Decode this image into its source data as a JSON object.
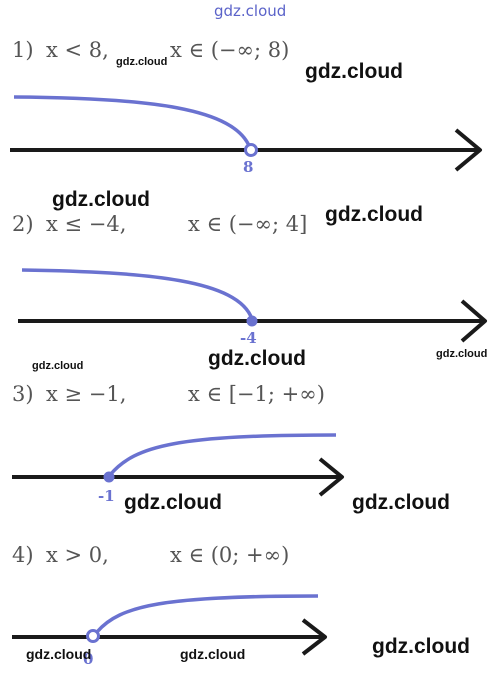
{
  "top_watermark": "gdz.cloud",
  "items": [
    {
      "num": "1)",
      "inequality": "x < 8,",
      "solution": "x ∈ (−∞; 8)",
      "point_label": "8",
      "point_type": "open",
      "ray_direction": "left"
    },
    {
      "num": "2)",
      "inequality": "x ≤ −4,",
      "solution": "x ∈ (−∞; 4]",
      "point_label": "-4",
      "point_type": "closed",
      "ray_direction": "left"
    },
    {
      "num": "3)",
      "inequality": "x ≥ −1,",
      "solution": "x ∈ [−1; +∞)",
      "point_label": "-1",
      "point_type": "closed",
      "ray_direction": "right"
    },
    {
      "num": "4)",
      "inequality": "x > 0,",
      "solution": "x ∈ (0;  +∞)",
      "point_label": "0",
      "point_type": "open",
      "ray_direction": "right"
    }
  ],
  "watermarks": [
    "gdz.cloud",
    "gdz.cloud",
    "gdz.cloud",
    "gdz.cloud",
    "gdz.cloud",
    "gdz.cloud",
    "gdz.cloud",
    "gdz.cloud",
    "gdz.cloud",
    "gdz.cloud",
    "gdz.cloud",
    "gdz.cloud",
    "gdz.cloud"
  ],
  "colors": {
    "ray": "#6a72d0",
    "axis": "#1a1a1a",
    "text": "#555555",
    "watermark_top": "#5b63c9"
  }
}
